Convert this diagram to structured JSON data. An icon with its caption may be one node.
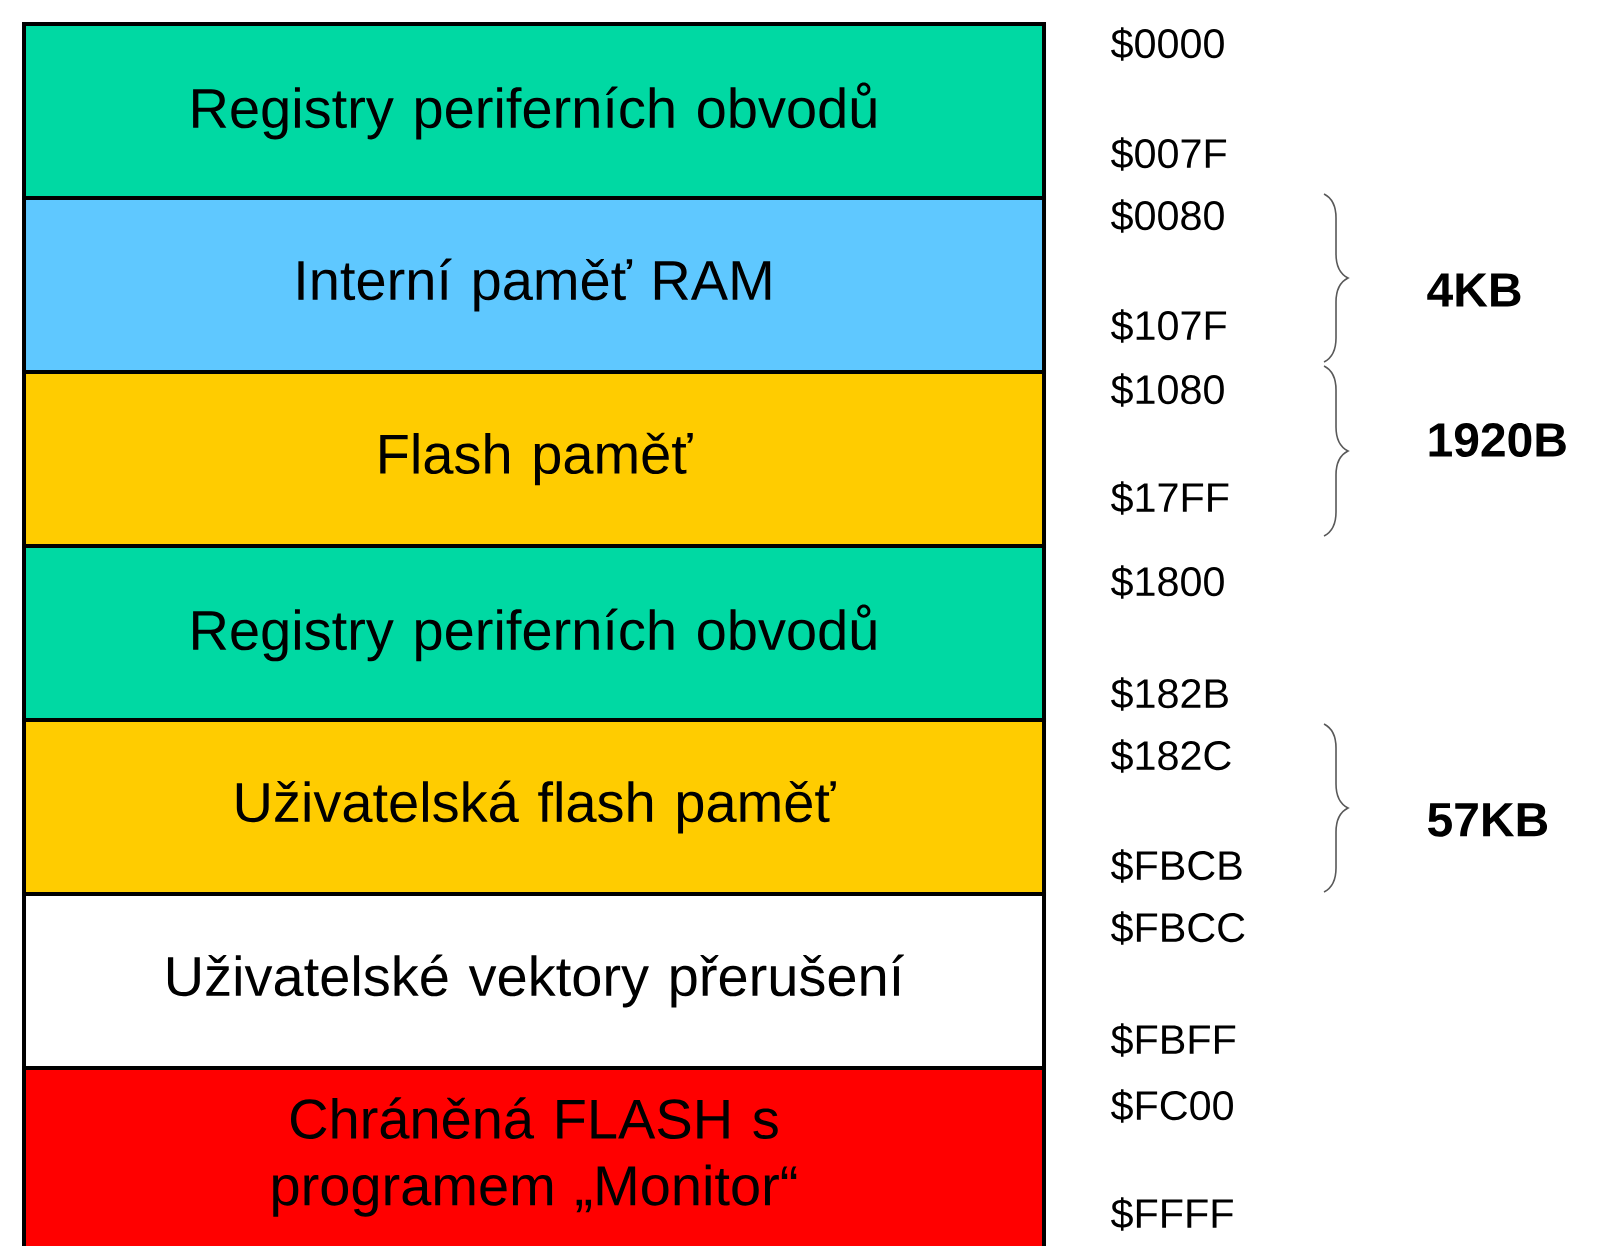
{
  "diagram": {
    "nodes": [
      {
        "text": [
          "Registry periferních obvodů"
        ]
      },
      {
        "text": [
          "Interní paměť RAM"
        ]
      },
      {
        "text": [
          "Flash paměť"
        ]
      },
      {
        "text": [
          "Registry periferních obvodů"
        ]
      },
      {
        "text": [
          "Uživatelská flash paměť"
        ]
      },
      {
        "text": [
          "Uživatelské vektory přerušení"
        ]
      },
      {
        "text": [
          "Chráněná FLASH s programem „Monitor“"
        ]
      }
    ],
    "labels": [
      "$0000",
      "$007F",
      "$0080",
      "4KB",
      "$107F",
      "$1080",
      "1920B",
      "$17FF",
      "$1800",
      "$182B",
      "$182C",
      "57KB",
      "$FBCB",
      "$FBCC",
      "$FBFF",
      "$FC00",
      "$FFFF"
    ]
  }
}
